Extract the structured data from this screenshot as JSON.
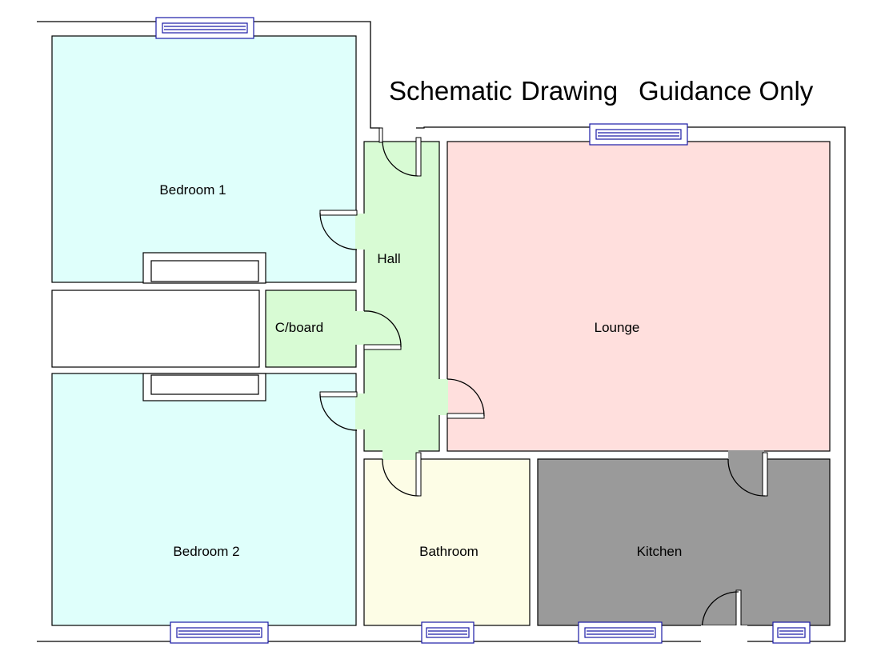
{
  "title": {
    "line1": "Schematic",
    "line2": "Drawing",
    "line3": "Guidance Only"
  },
  "rooms": {
    "bedroom1": "Bedroom 1",
    "bedroom2": "Bedroom 2",
    "hall": "Hall",
    "cboard": "C/board",
    "lounge": "Lounge",
    "bathroom": "Bathroom",
    "kitchen": "Kitchen"
  },
  "colors": {
    "bedroom": "#dffffb",
    "hall": "#d8fbd4",
    "cboard": "#d8fbd4",
    "lounge": "#ffdfdd",
    "bathroom": "#fdfde6",
    "kitchen": "#9a9a9a",
    "window": "#1a1aa6",
    "wall": "#000000"
  }
}
